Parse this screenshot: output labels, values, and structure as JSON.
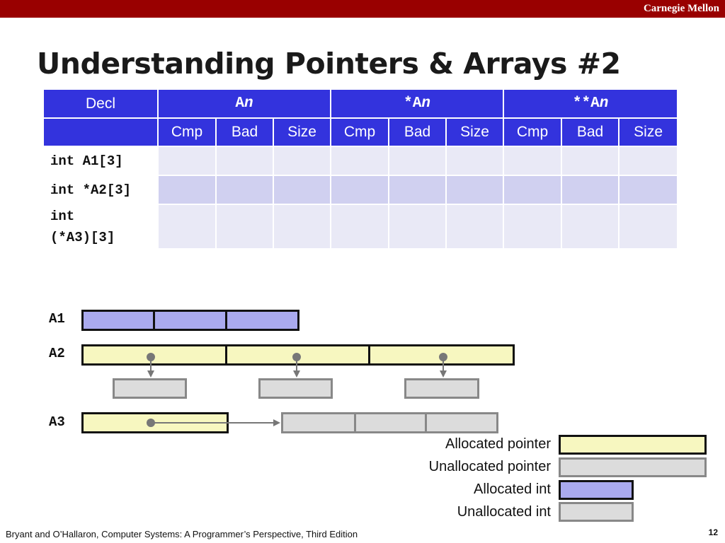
{
  "header": {
    "brand": "Carnegie Mellon",
    "color": "#990000"
  },
  "title": "Understanding Pointers & Arrays #2",
  "table": {
    "decl_header": "Decl",
    "groups": [
      {
        "prefix": "",
        "var": "A",
        "suffix": "n"
      },
      {
        "prefix": "*",
        "var": "A",
        "suffix": "n"
      },
      {
        "prefix": "**",
        "var": "A",
        "suffix": "n"
      }
    ],
    "subheaders": [
      "Cmp",
      "Bad",
      "Size",
      "Cmp",
      "Bad",
      "Size",
      "Cmp",
      "Bad",
      "Size"
    ],
    "rows": [
      {
        "decl_line1": "int A1[3]",
        "decl_line2": ""
      },
      {
        "decl_line1": "int *A2[3]",
        "decl_line2": ""
      },
      {
        "decl_line1": "int",
        "decl_line2": "(*A3)[3]"
      }
    ]
  },
  "diagram": {
    "a1_label": "A1",
    "a2_label": "A2",
    "a3_label": "A3"
  },
  "legend": {
    "allocated_pointer": "Allocated  pointer",
    "unallocated_pointer": "Unallocated pointer",
    "allocated_int": "Allocated  int",
    "unallocated_int": "Unallocated  int"
  },
  "colors": {
    "header_blue": "#3333dd",
    "allocated_int": "#aaaaee",
    "allocated_pointer": "#f7f7c0",
    "unallocated": "#dcdcdc"
  },
  "footer": {
    "citation": "Bryant and O’Hallaron, Computer Systems: A Programmer’s Perspective, Third Edition",
    "page": "12"
  }
}
